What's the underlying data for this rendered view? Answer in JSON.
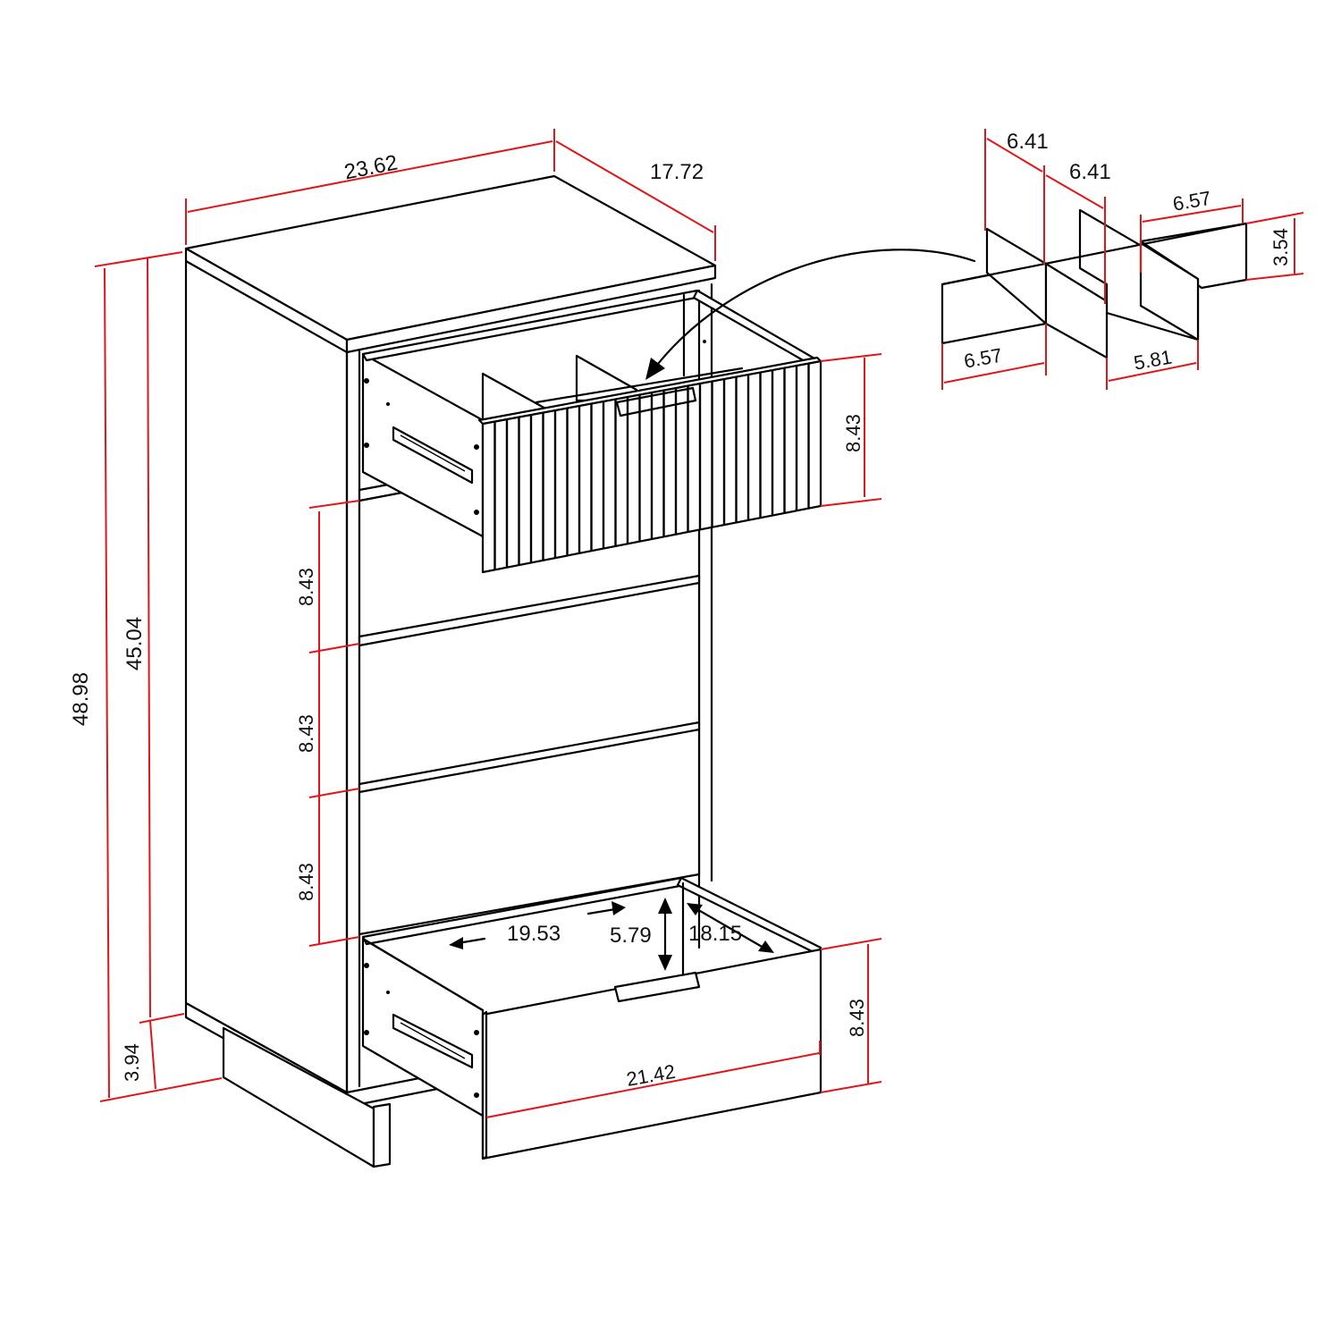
{
  "diagram": {
    "subject": "Chest of drawers dimension drawing",
    "units_colors": {
      "dimension_line": "#e0161b",
      "outline": "#000000",
      "background": "#ffffff"
    },
    "cabinet": {
      "width": "23.62",
      "depth": "17.72",
      "total_height": "48.98",
      "body_height": "45.04",
      "leg_height": "3.94"
    },
    "drawer_fronts": {
      "top_drawer_height": "8.43",
      "drawer_2_height": "8.43",
      "drawer_3_height": "8.43",
      "drawer_4_height": "8.43",
      "bottom_drawer_height": "8.43"
    },
    "bottom_drawer_interior": {
      "width": "19.53",
      "height": "5.79",
      "depth": "18.15",
      "front_width": "21.42"
    },
    "divider_insert": {
      "depth_section_1": "6.41",
      "depth_section_2": "6.41",
      "width_back_right": "6.57",
      "height": "3.54",
      "width_front_left": "6.57",
      "width_front_middle": "5.81"
    }
  }
}
